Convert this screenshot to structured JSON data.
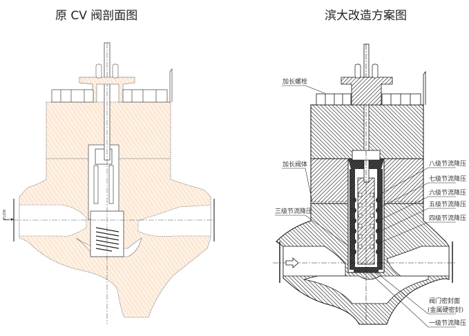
{
  "titles": {
    "left": "原 CV 阀剖面图",
    "right": "滨大改造方案图"
  },
  "left_drawing": {
    "flow_label": "FLOW",
    "hatch_color": "#f6c9a0",
    "fill_color": "#fdf1e4",
    "outline_color": "#666666"
  },
  "right_drawing": {
    "hatch_color": "#111111",
    "labels": {
      "bolt": "加长螺栓",
      "body": "加长阀体",
      "stage3": "三级节流降压",
      "stage8": "八级节流降压",
      "stage7": "七级节流降压",
      "stage6": "六级节流降压",
      "stage5": "五级节流降压",
      "stage4": "四级节流降压",
      "seal_line1": "阀门密封面",
      "seal_line2": "(金属硬密封)",
      "stage1": "一级节流降压"
    }
  }
}
